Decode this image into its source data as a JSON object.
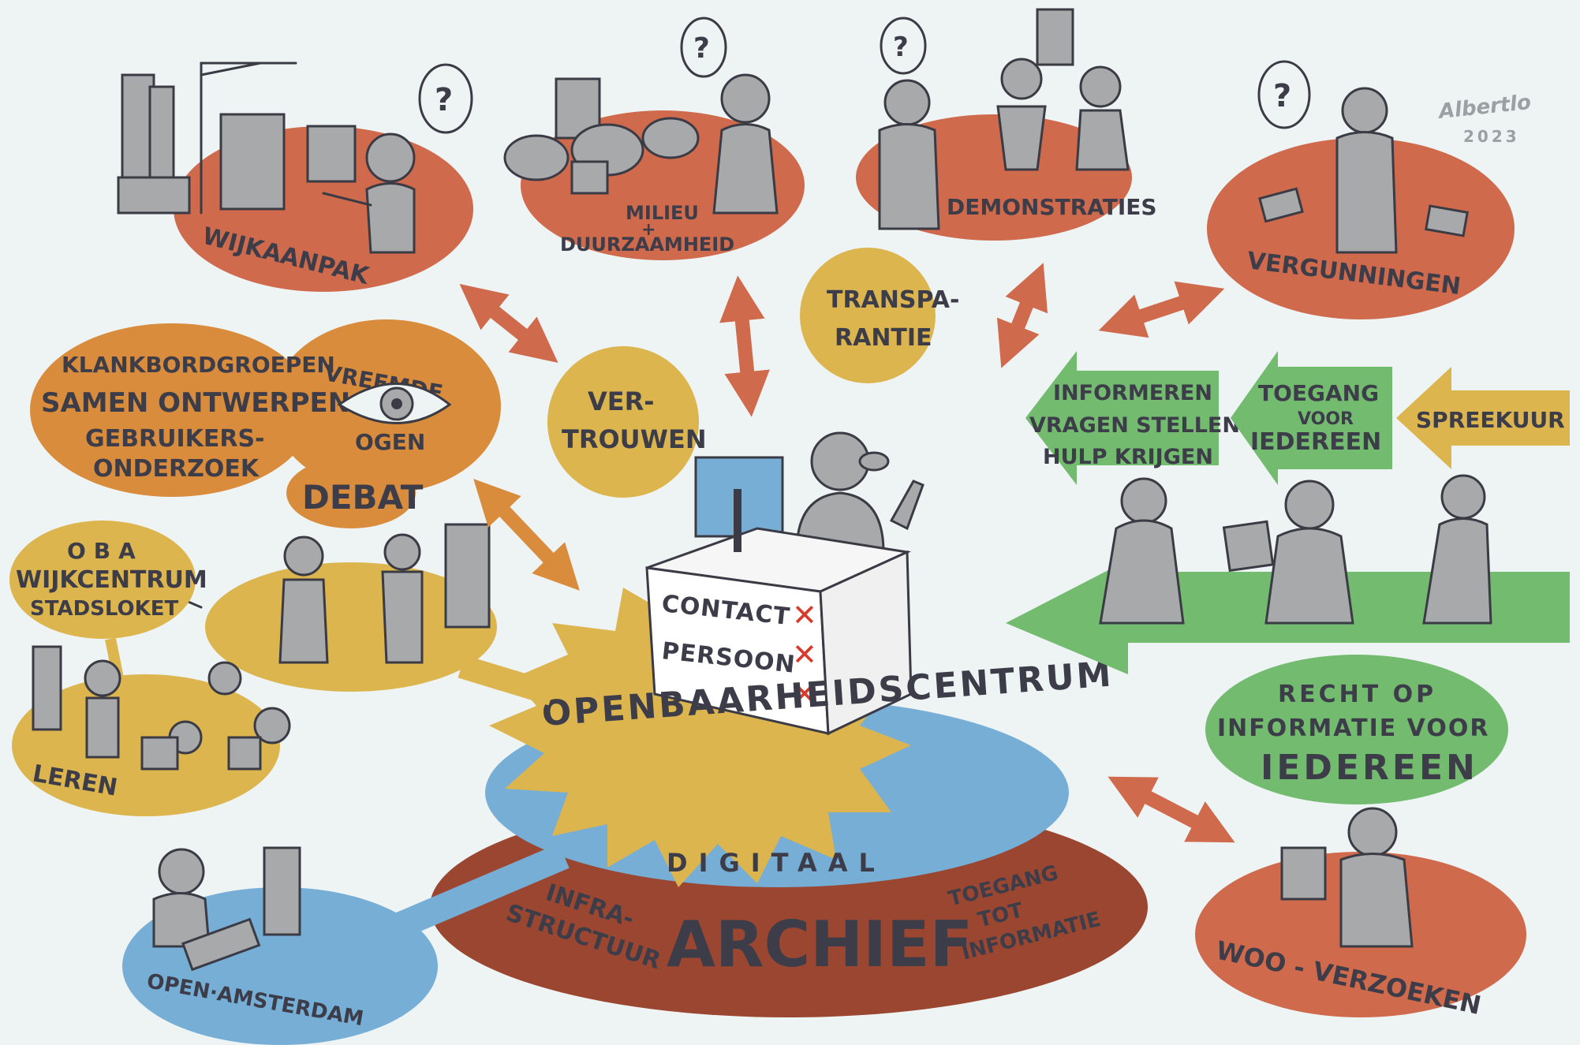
{
  "colors": {
    "background": "#eef3f4",
    "terracotta": "#cf6a4c",
    "orange": "#d98c3c",
    "mustard": "#dcb54e",
    "green": "#72bb6f",
    "blue": "#76aed6",
    "brown": "#9b4630",
    "figure_gray": "#a7a9ab",
    "ink": "#3b3b45",
    "amsterdam_red": "#d83a2b"
  },
  "signature": {
    "name": "Albertlo",
    "year": "2023"
  },
  "topics": {
    "wijkaanpak": "WIJKAANPAK",
    "milieu": "MILIEU",
    "plus": "+",
    "duurzaamheid": "DUURZAAMHEID",
    "demonstraties": "DEMONSTRATIES",
    "vergunningen": "VERGUNNINGEN",
    "woo": "WOO - VERZOEKEN"
  },
  "values": {
    "transparantie": [
      "TRANSPA-",
      "RANTIE"
    ],
    "vertrouwen": [
      "VER-",
      "TROUWEN"
    ]
  },
  "participation": {
    "lines": [
      "KLANKBORDGROEPEN",
      "SAMEN ONTWERPEN",
      "GEBRUIKERS-",
      "ONDERZOEK"
    ],
    "vreemde": "VREEMDE",
    "ogen": "OGEN",
    "debat": "DEBAT"
  },
  "locations": [
    "OBA",
    "WIJKCENTRUM",
    "STADSLOKET"
  ],
  "leren": "LEREN",
  "access": {
    "informeren": [
      "INFORMEREN",
      "VRAGEN STELLEN",
      "HULP KRIJGEN"
    ],
    "toegang": [
      "TOEGANG",
      "VOOR",
      "IEDEREEN"
    ],
    "spreekuur": "SPREEKUUR"
  },
  "recht": [
    "RECHT OP",
    "INFORMATIE  VOOR",
    "IEDEREEN"
  ],
  "desk": {
    "line1": "CONTACT",
    "line2": "PERSOON"
  },
  "centre": "OPENBAARHEIDSCENTRUM",
  "digitaal": "DIGITAAL",
  "archief": {
    "title": "ARCHIEF",
    "left": [
      "INFRA-",
      "STRUCTUUR"
    ],
    "right": [
      "TOEGANG",
      "TOT",
      "INFORMATIE"
    ]
  },
  "open_amsterdam": "OPEN·AMSTERDAM",
  "question_mark": "?"
}
